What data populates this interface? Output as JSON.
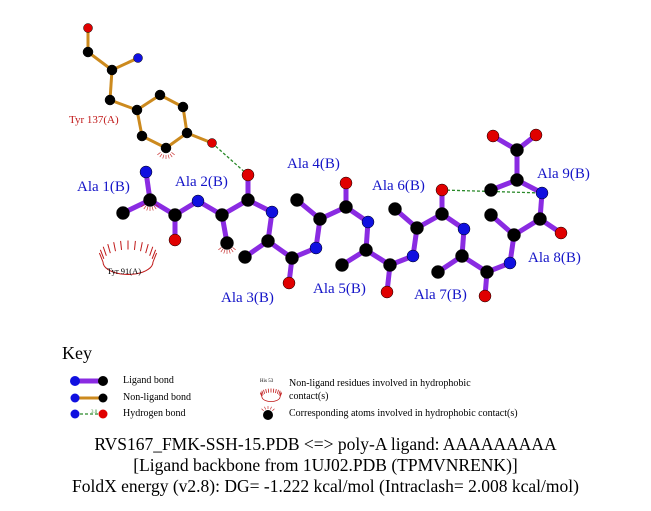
{
  "residues": {
    "ligand_labels": [
      "Ala 1(B)",
      "Ala 2(B)",
      "Ala 3(B)",
      "Ala 4(B)",
      "Ala 5(B)",
      "Ala 6(B)",
      "Ala 7(B)",
      "Ala 8(B)",
      "Ala 9(B)"
    ],
    "tyr137": "Tyr 137(A)",
    "tyr91": "Tyr 91(A)"
  },
  "key": {
    "title": "Key",
    "ligand_bond": "Ligand bond",
    "non_ligand_bond": "Non-ligand bond",
    "hydrogen_bond": "Hydrogen bond",
    "hbond_distance": "3.0",
    "hydrophobic_example": "His 53",
    "hydrophobic_residues": "Non-ligand residues involved in hydrophobic",
    "hydrophobic_residues_2": "contact(s)",
    "corresponding_atoms": "Corresponding atoms involved in hydrophobic contact(s)"
  },
  "caption": {
    "line1": "RVS167_FMK-SSH-15.PDB <=> poly-A ligand: AAAAAAAAA",
    "line2": "[Ligand backbone from 1UJ02.PDB (TPMVNRENK)]",
    "line3": "FoldX energy (v2.8): DG= -1.222 kcal/mol (Intraclash= 2.008 kcal/mol)"
  },
  "colors": {
    "ligand_bond": "#8a2be2",
    "non_ligand_bond": "#cc8a1e",
    "hbond": "#2a8a2a",
    "carbon": "#000000",
    "nitrogen": "#1010e0",
    "oxygen": "#e00000",
    "hydrophobic": "#c01818"
  }
}
